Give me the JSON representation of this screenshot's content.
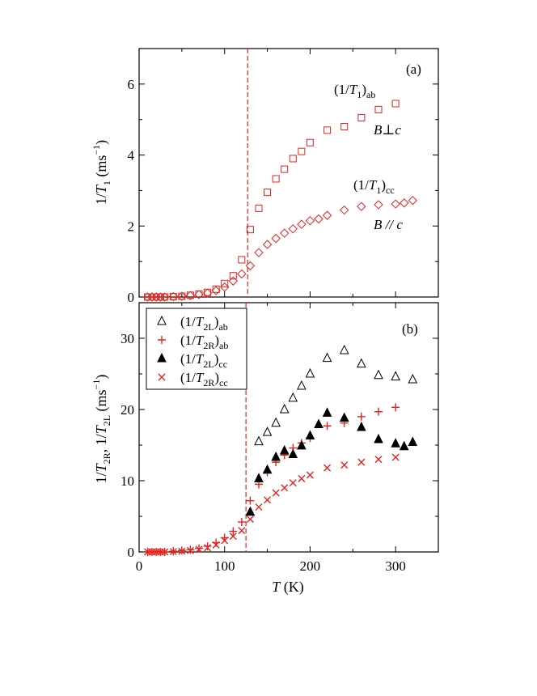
{
  "chart_data": [
    {
      "panel": "(a)",
      "type": "scatter",
      "ylabel": "1/T1 (ms^-1)",
      "ylabel_parts": {
        "pre": "1/",
        "var": "T",
        "sub": "1",
        "unit_open": " (ms",
        "sup": "−1",
        "unit_close": ")"
      },
      "xlim": [
        0,
        350
      ],
      "ylim": [
        0,
        7
      ],
      "x_ticks": [
        0,
        100,
        200,
        300
      ],
      "y_ticks": [
        0,
        2,
        4,
        6
      ],
      "y_tick_labels": [
        "0",
        "2",
        "4",
        "6"
      ],
      "vline_x": 127,
      "series": [
        {
          "name": "(1/T1)ab",
          "name_parts": {
            "open": "(1/",
            "var": "T",
            "sub1": "1",
            "close": ")",
            "sub2": "ab"
          },
          "orientation": "B⊥c",
          "marker": "square-open",
          "color": "#e8211c",
          "x": [
            10,
            15,
            20,
            25,
            30,
            40,
            50,
            60,
            70,
            80,
            90,
            100,
            110,
            120,
            130,
            140,
            150,
            160,
            170,
            180,
            190,
            200,
            220,
            240,
            260,
            280,
            300
          ],
          "y": [
            0.0,
            0.0,
            0.0,
            0.0,
            0.0,
            0.01,
            0.02,
            0.05,
            0.08,
            0.13,
            0.22,
            0.38,
            0.6,
            1.05,
            1.9,
            2.5,
            2.95,
            3.33,
            3.6,
            3.9,
            4.1,
            4.35,
            4.7,
            4.8,
            5.05,
            5.28,
            5.45
          ]
        },
        {
          "name": "(1/T1)cc",
          "name_parts": {
            "open": "(1/",
            "var": "T",
            "sub1": "1",
            "close": ")",
            "sub2": "cc"
          },
          "orientation": "B // c",
          "marker": "diamond-open",
          "color": "#e8211c",
          "x": [
            10,
            15,
            20,
            25,
            30,
            40,
            50,
            60,
            70,
            80,
            90,
            100,
            110,
            120,
            130,
            140,
            150,
            160,
            170,
            180,
            190,
            200,
            210,
            220,
            240,
            260,
            280,
            300,
            310,
            320
          ],
          "y": [
            0.0,
            0.0,
            0.0,
            0.0,
            0.0,
            0.01,
            0.02,
            0.04,
            0.07,
            0.11,
            0.18,
            0.28,
            0.45,
            0.65,
            0.88,
            1.25,
            1.48,
            1.65,
            1.8,
            1.92,
            2.05,
            2.15,
            2.2,
            2.3,
            2.45,
            2.55,
            2.6,
            2.62,
            2.65,
            2.72
          ]
        }
      ]
    },
    {
      "panel": "(b)",
      "type": "scatter",
      "xlabel": "T (K)",
      "xlabel_parts": {
        "var": "T",
        "unit": " (K)"
      },
      "ylabel": "1/T2R, 1/T2L (ms^-1)",
      "ylabel_parts": {
        "pre1": "1/",
        "var1": "T",
        "sub1": "2R",
        "sep": ", 1/",
        "var2": "T",
        "sub2": "2L",
        "unit_open": " (ms",
        "sup": "−1",
        "unit_close": ")"
      },
      "xlim": [
        0,
        350
      ],
      "ylim": [
        0,
        35
      ],
      "x_ticks": [
        0,
        100,
        200,
        300
      ],
      "x_tick_labels": [
        "0",
        "100",
        "200",
        "300"
      ],
      "y_ticks": [
        0,
        10,
        20,
        30
      ],
      "y_tick_labels": [
        "0",
        "10",
        "20",
        "30"
      ],
      "vline_x": 125,
      "legend_position": "top-left",
      "series": [
        {
          "name": "(1/T2L)ab",
          "name_parts": {
            "open": "(1/",
            "var": "T",
            "sub1": "2L",
            "close": ")",
            "sub2": "ab"
          },
          "marker": "triangle-open",
          "color": "#000000",
          "x": [
            140,
            150,
            160,
            170,
            180,
            190,
            200,
            220,
            240,
            260,
            280,
            300,
            320
          ],
          "y": [
            15.5,
            16.8,
            18.1,
            20.0,
            21.6,
            23.3,
            25.0,
            27.2,
            28.3,
            26.4,
            24.8,
            24.6,
            24.2
          ]
        },
        {
          "name": "(1/T2R)ab",
          "name_parts": {
            "open": "(1/",
            "var": "T",
            "sub1": "2R",
            "close": ")",
            "sub2": "ab"
          },
          "marker": "plus",
          "color": "#e8211c",
          "x": [
            10,
            15,
            20,
            25,
            30,
            40,
            50,
            60,
            70,
            80,
            90,
            100,
            110,
            120,
            130,
            140,
            150,
            160,
            170,
            180,
            190,
            200,
            220,
            240,
            260,
            280,
            300
          ],
          "y": [
            0,
            0,
            0,
            0,
            0,
            0.1,
            0.2,
            0.3,
            0.5,
            0.8,
            1.3,
            2.0,
            2.9,
            4.2,
            7.2,
            9.5,
            11.2,
            12.6,
            13.6,
            14.6,
            15.3,
            16.0,
            17.7,
            18.1,
            19.0,
            19.7,
            20.3
          ]
        },
        {
          "name": "(1/T2L)cc",
          "name_parts": {
            "open": "(1/",
            "var": "T",
            "sub1": "2L",
            "close": ")",
            "sub2": "cc"
          },
          "marker": "triangle-filled",
          "color": "#000000",
          "x": [
            130,
            140,
            150,
            160,
            170,
            180,
            190,
            200,
            210,
            220,
            240,
            260,
            280,
            300,
            310,
            320
          ],
          "y": [
            5.6,
            10.3,
            11.5,
            13.3,
            14.2,
            13.7,
            14.9,
            16.3,
            17.9,
            19.5,
            18.8,
            17.5,
            15.8,
            15.2,
            14.8,
            15.4
          ]
        },
        {
          "name": "(1/T2R)cc",
          "name_parts": {
            "open": "(1/",
            "var": "T",
            "sub1": "2R",
            "close": ")",
            "sub2": "cc"
          },
          "marker": "cross",
          "color": "#e8211c",
          "x": [
            10,
            15,
            20,
            25,
            30,
            40,
            50,
            60,
            70,
            80,
            90,
            100,
            110,
            120,
            130,
            140,
            150,
            160,
            170,
            180,
            190,
            200,
            220,
            240,
            260,
            280,
            300
          ],
          "y": [
            0,
            0,
            0,
            0,
            0,
            0.05,
            0.1,
            0.2,
            0.35,
            0.6,
            1.0,
            1.6,
            2.2,
            3.0,
            4.6,
            6.3,
            7.3,
            8.3,
            9.0,
            9.7,
            10.3,
            10.8,
            11.8,
            12.2,
            12.6,
            13.0,
            13.3
          ]
        }
      ]
    }
  ]
}
